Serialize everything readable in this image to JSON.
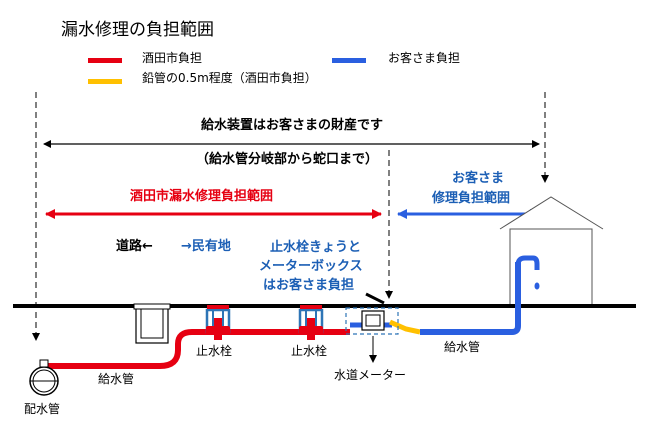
{
  "title": "漏水修理の負担範囲",
  "legend": {
    "city": "酒田市負担",
    "customer": "お客さま負担",
    "lead_pipe": "鉛管の0.5m程度（酒田市負担）"
  },
  "labels": {
    "property": "給水装置はお客さまの財産です",
    "property_sub": "（給水管分岐部から蛇口まで）",
    "city_range": "酒田市漏水修理負担範囲",
    "customer_range_1": "お客さま",
    "customer_range_2": "修理負担範囲",
    "road": "道路←",
    "private_land": "→民有地",
    "stopbox_1": "止水栓きょうと",
    "stopbox_2": "メーターボックス",
    "stopbox_3": "はお客さま負担",
    "stop_valve_1": "止水栓",
    "stop_valve_2": "止水栓",
    "service_pipe_left": "給水管",
    "service_pipe_right": "給水管",
    "water_meter": "水道メーター",
    "main_pipe": "配水管"
  },
  "colors": {
    "city": "#e60012",
    "customer": "#2a5fe0",
    "lead": "#ffc000",
    "valve": "#2e75b6"
  }
}
